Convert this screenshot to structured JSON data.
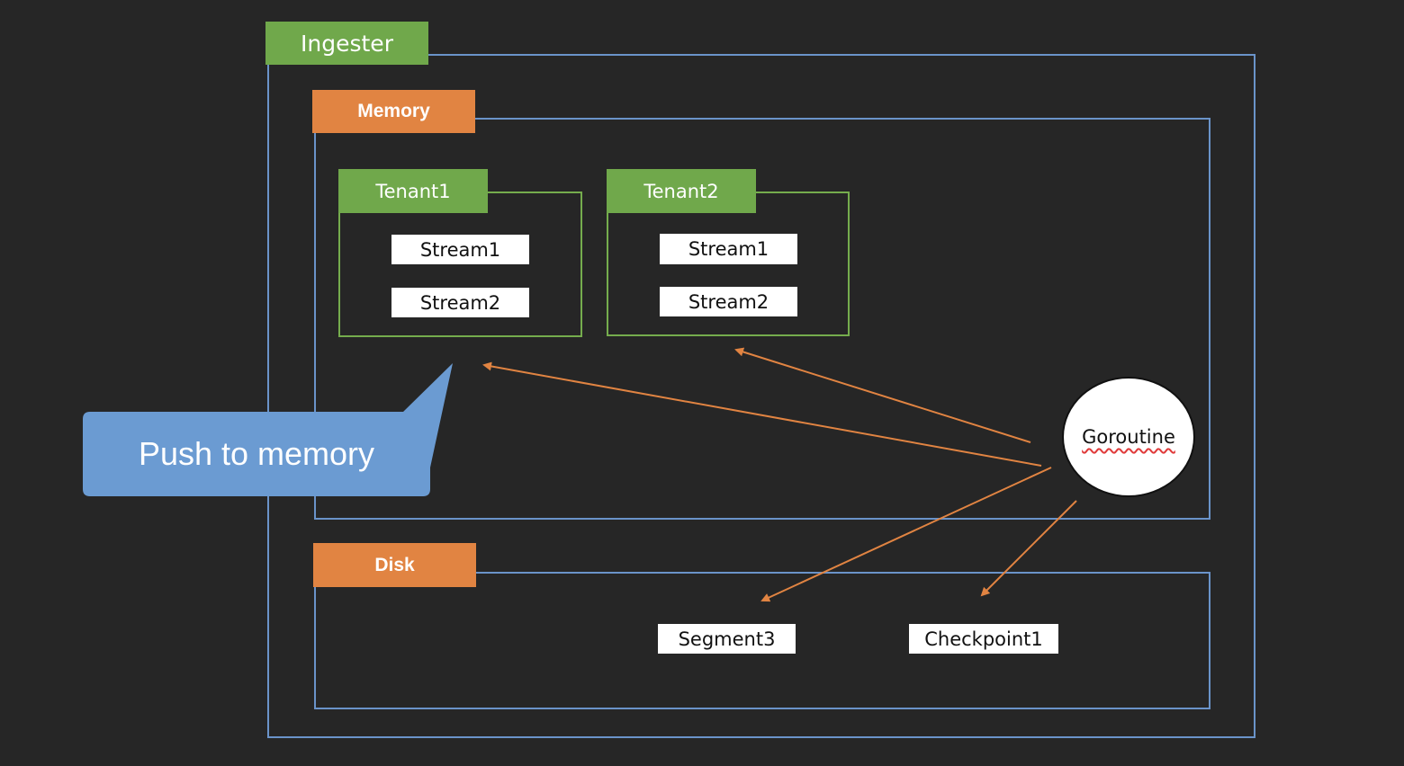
{
  "ingester": {
    "label": "Ingester"
  },
  "memory": {
    "label": "Memory"
  },
  "disk": {
    "label": "Disk"
  },
  "tenants": [
    {
      "label": "Tenant1",
      "streams": [
        "Stream1",
        "Stream2"
      ]
    },
    {
      "label": "Tenant2",
      "streams": [
        "Stream1",
        "Stream2"
      ]
    }
  ],
  "goroutine": {
    "label": "Goroutine"
  },
  "disk_items": [
    "Segment3",
    "Checkpoint1"
  ],
  "callout": {
    "text": "Push to memory"
  },
  "colors": {
    "background": "#262626",
    "frame_blue": "#6a93c9",
    "tag_green": "#70a84b",
    "tag_orange": "#e18442",
    "arrow": "#e18442",
    "callout": "#6b9bd2"
  }
}
